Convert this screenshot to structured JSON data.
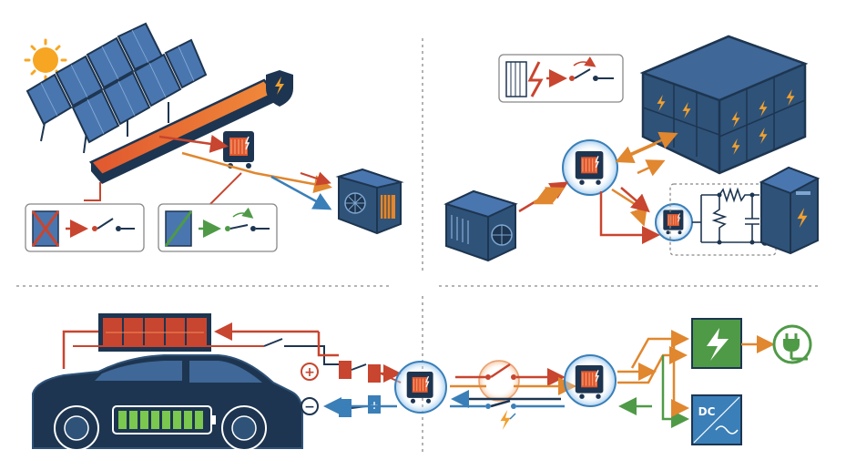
{
  "colors": {
    "navy": "#1d3550",
    "steel": "#2f5278",
    "red": "#c8452f",
    "orange": "#e0872f",
    "green": "#4f9a47",
    "blue": "#3a7fb8",
    "sun": "#f6a623",
    "panel": "#4a76b0"
  },
  "icons": {
    "power": "lightning-bolt-icon",
    "plug": "power-plug-icon",
    "fan": "cooling-fan-icon",
    "shield": "shield-lightning-icon",
    "switch_open": "open-switch-icon",
    "switch_closed": "closed-switch-icon"
  },
  "labels": {
    "plus": "+",
    "minus": "−",
    "dc": "DC"
  },
  "quadrants": [
    {
      "id": "solar-array-disconnect"
    },
    {
      "id": "battery-storage-protection"
    },
    {
      "id": "ev-battery-pack-switching"
    },
    {
      "id": "bidirectional-power-conversion"
    }
  ]
}
